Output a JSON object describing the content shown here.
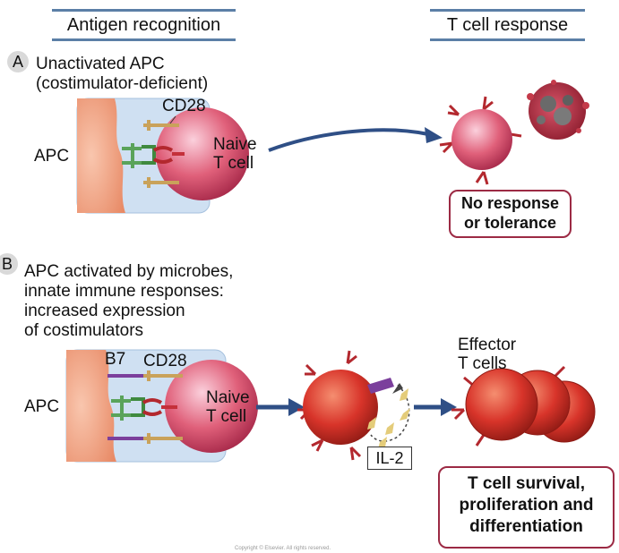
{
  "headers": {
    "left": "Antigen recognition",
    "right": "T cell response"
  },
  "panel_a": {
    "letter": "A",
    "title": "Unactivated APC\n(costimulator-deficient)",
    "cd28": "CD28",
    "apc": "APC",
    "naive": "Naive\nT cell",
    "result": "No response\nor tolerance"
  },
  "panel_b": {
    "letter": "B",
    "title": "APC activated by microbes,\ninnate immune responses:\nincreased expression\nof costimulators",
    "b7": "B7",
    "cd28": "CD28",
    "apc": "APC",
    "naive": "Naive\nT cell",
    "il2": "IL-2",
    "effector": "Effector\nT cells",
    "result": "T cell survival,\nproliferation and\ndifferentiation"
  },
  "colors": {
    "header_rule": "#5b7fa6",
    "box_border": "#9c2a44",
    "arrow": "#2f4f86",
    "apc": "#f1a98a",
    "panel_bg": "#cfe0f2",
    "tcell": "#e0607a",
    "effector": "#d8342a",
    "receptor_green": "#5aa35a",
    "cd28_tan": "#c9a25a",
    "b7_purple": "#7b3f9c"
  },
  "footer": "Copyright © Elsevier. All rights reserved."
}
